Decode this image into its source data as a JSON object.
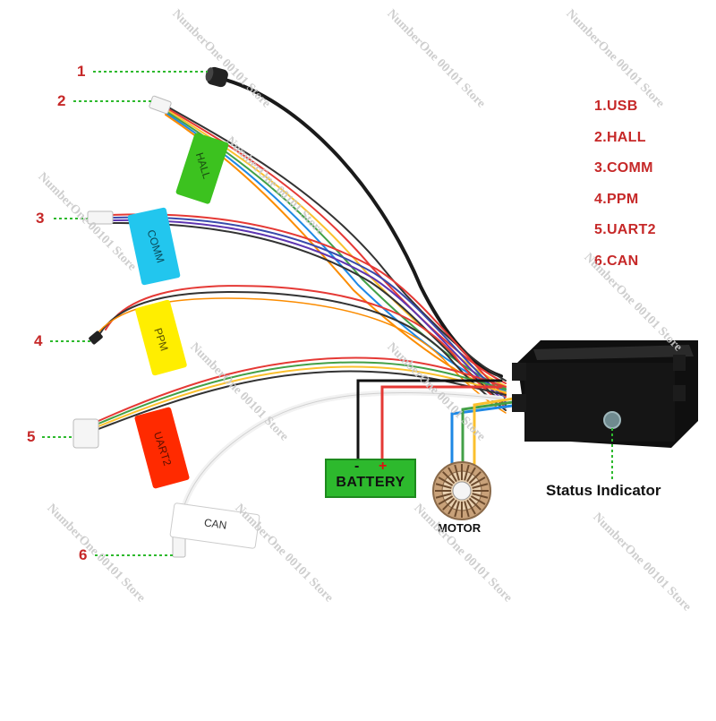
{
  "callouts": [
    "1",
    "2",
    "3",
    "4",
    "5",
    "6"
  ],
  "legend": [
    "1.USB",
    "2.HALL",
    "3.COMM",
    "4.PPM",
    "5.UART2",
    "6.CAN"
  ],
  "tags": {
    "hall": "HALL",
    "comm": "COMM",
    "ppm": "PPM",
    "uart2": "UART2",
    "can": "CAN"
  },
  "battery": {
    "label": "BATTERY",
    "minus": "-",
    "plus": "+"
  },
  "motor": {
    "label": "MOTOR"
  },
  "status": {
    "label": "Status Indicator"
  },
  "watermark": "NumberOne 00101 Store",
  "colors": {
    "callout_red": "#c62828",
    "leader_green": "#2db92d",
    "tag_hall": "#3cc21f",
    "tag_comm": "#22c6ee",
    "tag_ppm": "#ffee00",
    "tag_uart2": "#ff2a00",
    "tag_can": "#ffffff",
    "controller": "#141414"
  }
}
